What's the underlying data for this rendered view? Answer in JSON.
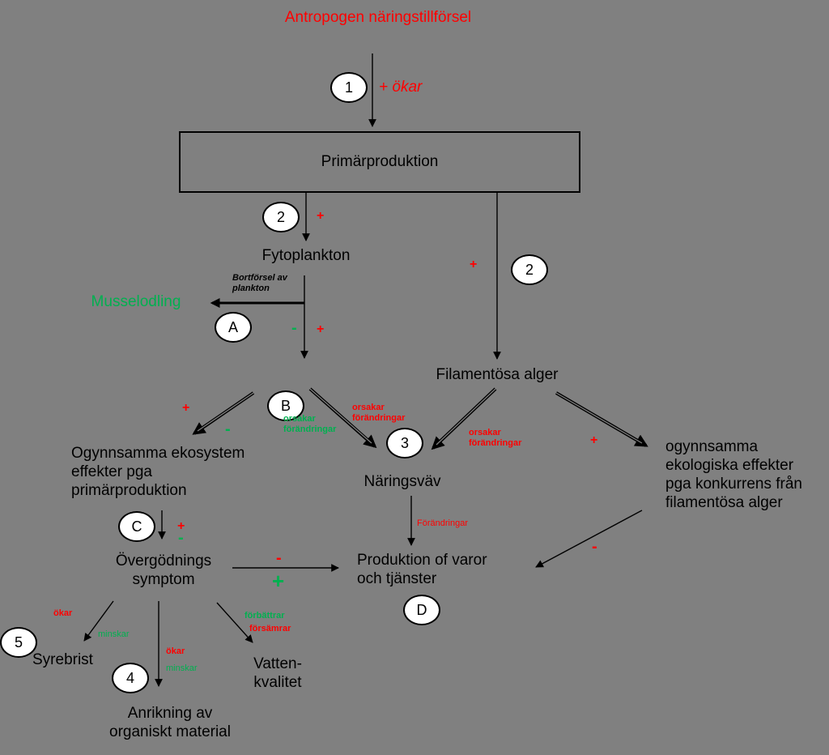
{
  "title": "Antropogen näringstillförsel",
  "box_label": "Primärproduktion",
  "nodes": {
    "fytoplankton": "Fytoplankton",
    "musselodling": "Musselodling",
    "filamentosa": "Filamentösa alger",
    "ogynnsamma_eko": [
      "Ogynnsamma ekosystem",
      "effekter pga",
      "primärproduktion"
    ],
    "naringsvav": "Näringsväv",
    "ogynnsamma_filament": [
      "ogynnsamma",
      "ekologiska effekter",
      "pga  konkurrens från",
      "filamentösa alger"
    ],
    "overgodning": [
      "Övergödnings",
      "symptom"
    ],
    "produktion": [
      "Produktion of varor",
      "och tjänster"
    ],
    "syrebrist": "Syrebrist",
    "anrikning": [
      "Anrikning av",
      "organiskt material"
    ],
    "vattenkvalitet": [
      "Vatten-",
      "kvalitet"
    ]
  },
  "circles": {
    "c1": "1",
    "c2a": "2",
    "c2b": "2",
    "cA": "A",
    "cB": "B",
    "c3": "3",
    "cC": "C",
    "cD": "D",
    "c4": "4",
    "c5": "5"
  },
  "labels": {
    "okar_plus": "+ ökar",
    "plus": "+",
    "minus": "-",
    "bortforsel": [
      "Bortförsel av",
      "plankton"
    ],
    "orsakar": [
      "orsakar",
      "förändringar"
    ],
    "orsakar_green": [
      "orsakar",
      "förändringar"
    ],
    "forandringar": "Förändringar",
    "okar": "ökar",
    "minskar": "minskar",
    "forbattrar": "förbättrar",
    "forsamrar": "försämrar"
  },
  "colors": {
    "background": "#808080",
    "positive": "#ff0000",
    "negative": "#00b050",
    "text": "#000000"
  }
}
